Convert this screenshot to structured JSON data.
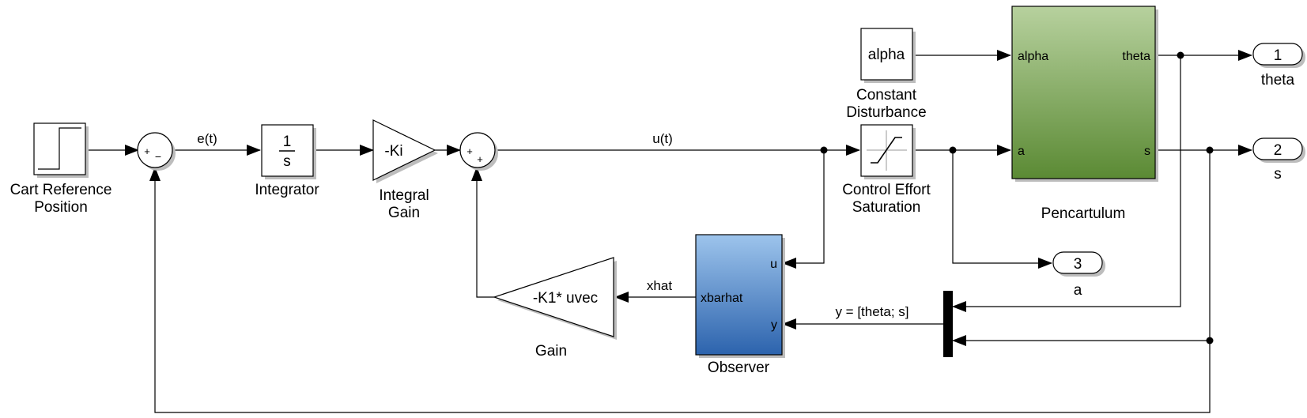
{
  "blocks": {
    "step": {
      "caption_line1": "Cart Reference",
      "caption_line2": "Position"
    },
    "sum1": {
      "sign_left": "+",
      "sign_bottom": "−"
    },
    "integrator": {
      "numerator": "1",
      "denominator": "s",
      "caption": "Integrator"
    },
    "integral_gain": {
      "text": "-Ki",
      "caption_line1": "Integral",
      "caption_line2": "Gain"
    },
    "sum2": {
      "sign_left": "+",
      "sign_bottom": "+"
    },
    "constant": {
      "text": "alpha",
      "caption_line1": "Constant",
      "caption_line2": "Disturbance"
    },
    "saturation": {
      "caption_line1": "Control Effort",
      "caption_line2": "Saturation"
    },
    "plant": {
      "caption": "Pencartulum",
      "in1": "alpha",
      "in2": "a",
      "out1": "theta",
      "out2": "s"
    },
    "observer": {
      "caption": "Observer",
      "in_u": "u",
      "in_y": "y",
      "out": "xbarhat"
    },
    "gain": {
      "text": "-K1* uvec",
      "caption": "Gain"
    },
    "outport1": {
      "number": "1",
      "caption": "theta"
    },
    "outport2": {
      "number": "2",
      "caption": "s"
    },
    "outport3": {
      "number": "3",
      "caption": "a"
    }
  },
  "signals": {
    "error": "e(t)",
    "control": "u(t)",
    "state_estimate": "xhat",
    "measurement": "y = [theta; s]"
  },
  "colors": {
    "plant_top": "#b7d19e",
    "plant_bottom": "#5b8a34",
    "observer_top": "#9dc4ec",
    "observer_bottom": "#2c63ad"
  }
}
